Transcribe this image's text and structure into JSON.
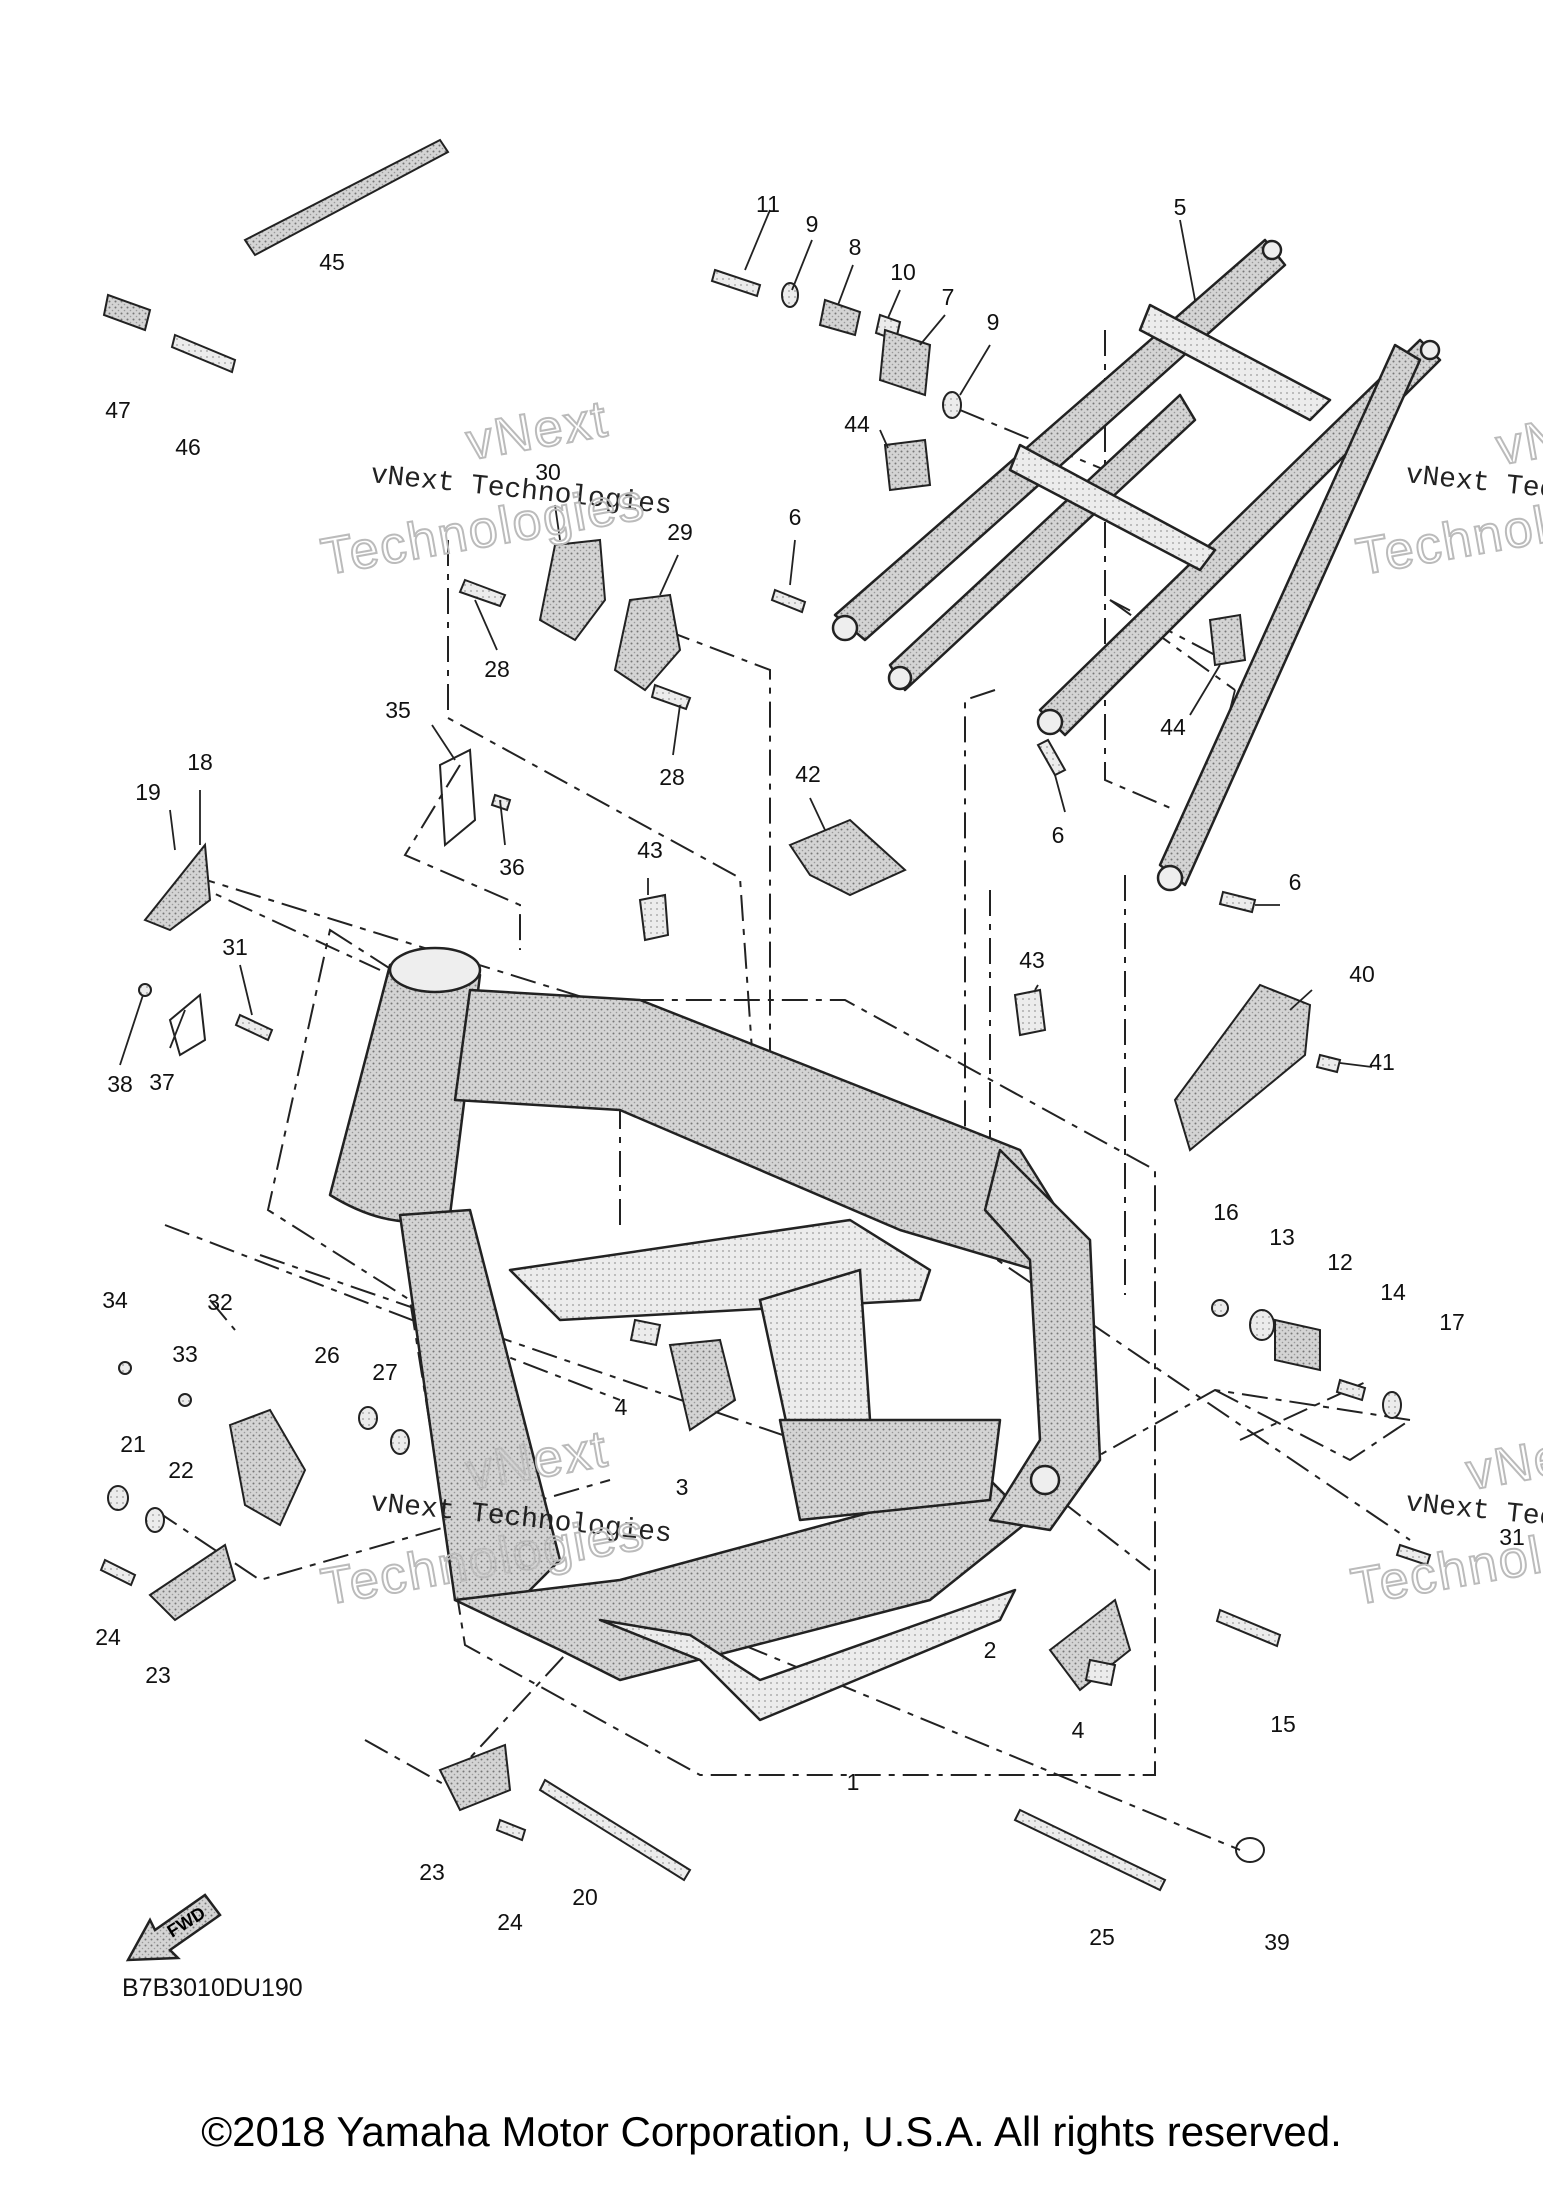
{
  "diagram_code": "B7B3010DU190",
  "fwd_label": "FWD",
  "watermark": {
    "line1": "vNext Technologies",
    "line2a": "vNext",
    "line2b": "Technologies"
  },
  "copyright": "©2018 Yamaha Motor Corporation, U.S.A. All rights reserved.",
  "part_labels": [
    "1",
    "2",
    "3",
    "4",
    "4",
    "5",
    "6",
    "6",
    "6",
    "7",
    "8",
    "9",
    "9",
    "10",
    "11",
    "12",
    "13",
    "14",
    "15",
    "16",
    "17",
    "18",
    "19",
    "20",
    "21",
    "22",
    "23",
    "23",
    "24",
    "24",
    "25",
    "26",
    "27",
    "28",
    "28",
    "29",
    "30",
    "31",
    "31",
    "32",
    "33",
    "34",
    "35",
    "36",
    "37",
    "38",
    "39",
    "40",
    "41",
    "42",
    "43",
    "43",
    "44",
    "44",
    "45",
    "46",
    "47"
  ]
}
